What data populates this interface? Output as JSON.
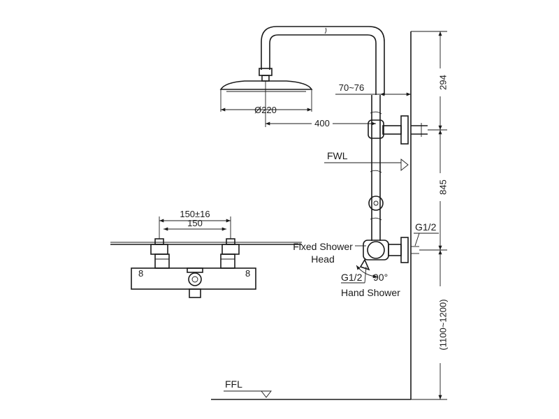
{
  "dimensions": {
    "offset": "70~76",
    "head_diameter": "Ø220",
    "arm_length": "400",
    "top_height": "294",
    "rail_height": "845",
    "valve_height": "(1100~1200)",
    "spacing_tolerance": "150±16",
    "spacing": "150"
  },
  "labels": {
    "fwl": "FWL",
    "ffl": "FFL",
    "fixed_shower_line1": "Fixed Shower",
    "fixed_shower_line2": "Head",
    "hand_thread": "G1/2",
    "angle": "90°",
    "hand_shower": "Hand Shower",
    "inlet_thread": "G1/2"
  }
}
